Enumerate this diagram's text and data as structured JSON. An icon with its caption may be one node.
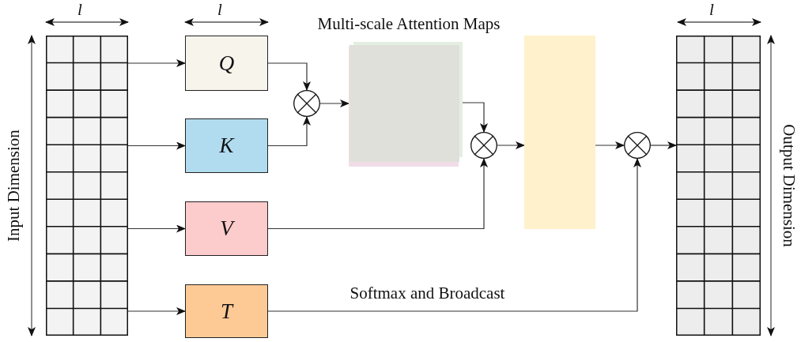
{
  "diagram": {
    "nodes": [
      {
        "text": [],
        "shape": "grid"
      },
      {
        "text": [
          "Q"
        ]
      },
      {
        "text": [
          "K"
        ]
      },
      {
        "text": [
          "V"
        ]
      },
      {
        "text": [
          "T"
        ]
      },
      {
        "text": [],
        "shape": "circle"
      },
      {
        "text": [
          "Multi-scale Attention Maps"
        ]
      },
      {
        "text": [],
        "shape": "circle"
      },
      {
        "text": [],
        "shape": "bar"
      },
      {
        "text": [],
        "shape": "circle"
      },
      {
        "text": [],
        "shape": "grid"
      }
    ],
    "edges": [
      {
        "from": 0,
        "to": 1,
        "arrow": "to"
      },
      {
        "from": 0,
        "to": 2,
        "arrow": "to"
      },
      {
        "from": 0,
        "to": 3,
        "arrow": "to"
      },
      {
        "from": 0,
        "to": 4,
        "arrow": "to"
      },
      {
        "from": 1,
        "to": 5,
        "arrow": "to"
      },
      {
        "from": 2,
        "to": 5,
        "arrow": "to"
      },
      {
        "from": 5,
        "to": 6,
        "arrow": "to"
      },
      {
        "from": 6,
        "to": 7,
        "arrow": "to"
      },
      {
        "from": 3,
        "to": 7,
        "arrow": "to"
      },
      {
        "from": 7,
        "to": 8,
        "arrow": "to"
      },
      {
        "from": 8,
        "to": 9,
        "arrow": "to"
      },
      {
        "from": 4,
        "to": 9,
        "arrow": "to",
        "label": "Softmax and Broadcast"
      },
      {
        "from": 9,
        "to": 10,
        "arrow": "to"
      }
    ],
    "labels": [
      "l",
      "l",
      "l",
      "Input Dimension",
      "Output Dimension"
    ]
  }
}
